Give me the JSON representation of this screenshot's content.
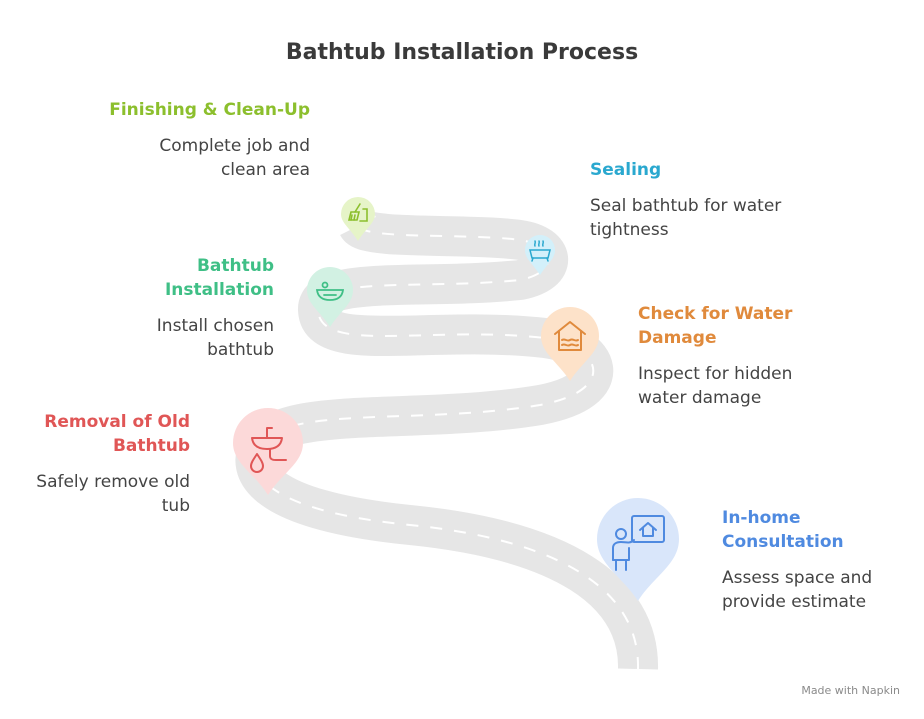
{
  "title": "Bathtub Installation Process",
  "steps": [
    {
      "id": "finishing",
      "title": "Finishing & Clean-Up",
      "description": "Complete job and clean area",
      "color": "#8cbf2d",
      "fill": "#e6f4c8",
      "icon": "broom-dustpan-icon"
    },
    {
      "id": "sealing",
      "title": "Sealing",
      "description": "Seal bathtub for water tightness",
      "color": "#2aa8cf",
      "fill": "#d3f0fa",
      "icon": "bathtub-steam-icon"
    },
    {
      "id": "bathtub-installation",
      "title": "Bathtub Installation",
      "description": "Install chosen bathtub",
      "color": "#3fbf86",
      "fill": "#d2f1e3",
      "icon": "tub-basin-icon"
    },
    {
      "id": "check-water-damage",
      "title": "Check for Water Damage",
      "description": "Inspect for hidden water damage",
      "color": "#e08a3c",
      "fill": "#fde2c9",
      "icon": "house-water-icon"
    },
    {
      "id": "removal",
      "title": "Removal of Old Bathtub",
      "description": "Safely remove old tub",
      "color": "#e05656",
      "fill": "#fcd9d9",
      "icon": "sink-drain-icon"
    },
    {
      "id": "consultation",
      "title": "In-home Consultation",
      "description": "Assess space and provide estimate",
      "color": "#4f8ae0",
      "fill": "#d9e6fa",
      "icon": "person-presentation-icon"
    }
  ],
  "footer": "Made with Napkin"
}
